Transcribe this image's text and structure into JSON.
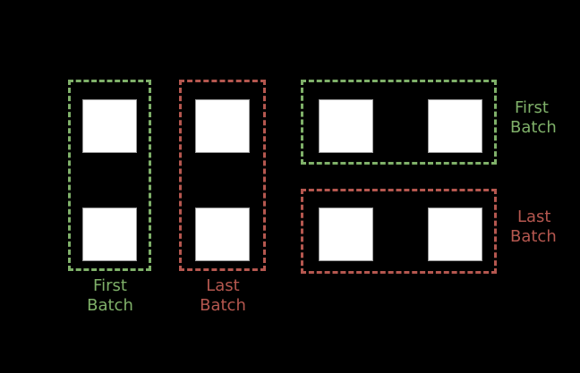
{
  "diagram": {
    "title": "Batch grouping comparison diagram",
    "background_color": "#000000",
    "colors": {
      "first_batch": "#7FB069",
      "last_batch": "#B5574F",
      "cell_fill": "#FFFFFF",
      "cell_border": "#9A9A9A"
    },
    "left_panel": {
      "name": "column-wise-batching",
      "groups": [
        {
          "id": "left-first-batch",
          "kind": "first",
          "color": "#7FB069",
          "label": "First\nBatch",
          "label_line_1": "First",
          "label_line_2": "Batch",
          "label_position": "below",
          "cell_count": 2
        },
        {
          "id": "left-last-batch",
          "kind": "last",
          "color": "#B5574F",
          "label": "Last\nBatch",
          "label_line_1": "Last",
          "label_line_2": "Batch",
          "label_position": "below",
          "cell_count": 2
        }
      ]
    },
    "right_panel": {
      "name": "row-wise-batching",
      "groups": [
        {
          "id": "right-first-batch",
          "kind": "first",
          "color": "#7FB069",
          "label": "First\nBatch",
          "label_line_1": "First",
          "label_line_2": "Batch",
          "label_position": "right",
          "cell_count": 2
        },
        {
          "id": "right-last-batch",
          "kind": "last",
          "color": "#B5574F",
          "label": "Last\nBatch",
          "label_line_1": "Last",
          "label_line_2": "Batch",
          "label_position": "right",
          "cell_count": 2
        }
      ]
    }
  }
}
